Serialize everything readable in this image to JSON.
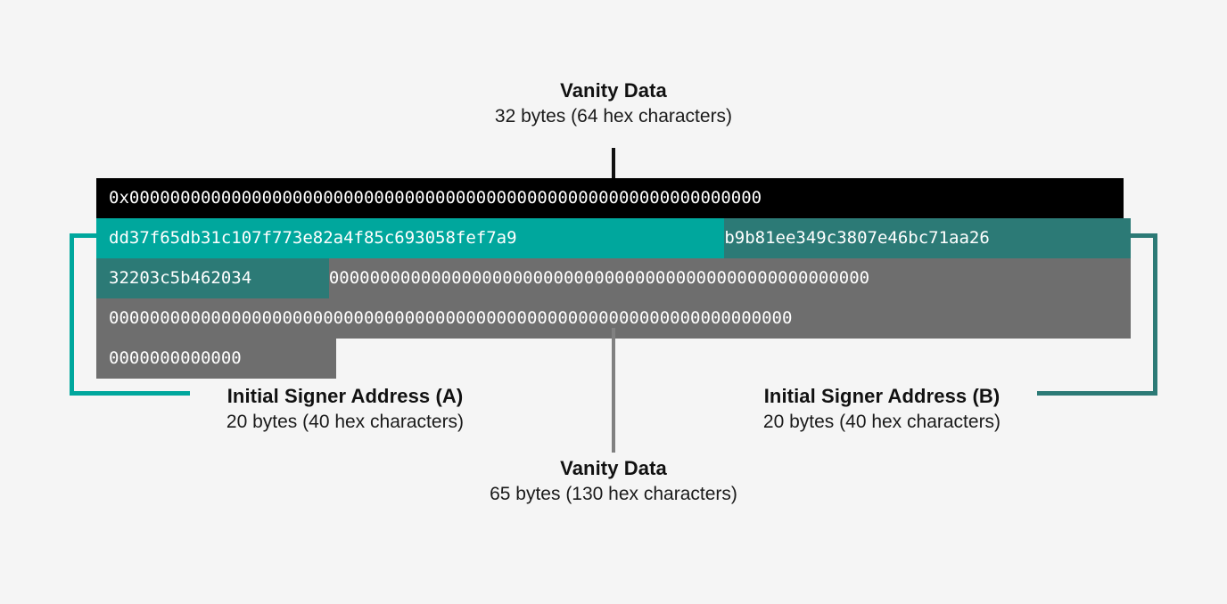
{
  "diagram": {
    "title_top": {
      "name": "Vanity Data",
      "detail": "32 bytes (64 hex characters)"
    },
    "title_bottom": {
      "name": "Vanity Data",
      "detail": "65 bytes (130 hex characters)"
    },
    "signer_a": {
      "name": "Initial Signer Address (A)",
      "detail": "20 bytes (40 hex characters)"
    },
    "signer_b": {
      "name": "Initial Signer Address (B)",
      "detail": "20 bytes (40 hex characters)"
    },
    "colors": {
      "background": "#f5f5f5",
      "vanity_top": "#000000",
      "signer_a": "#00a79d",
      "signer_b": "#2c7a76",
      "vanity_bottom": "#6e6e6e",
      "text": "#111111"
    },
    "hex_rows": [
      {
        "row": 1,
        "segments": [
          {
            "style": "bg-black",
            "label": "vanity-data-top",
            "text": "0x00000000000000000000000000000000000000000000000000000000000000"
          }
        ]
      },
      {
        "row": 2,
        "segments": [
          {
            "style": "bg-teal",
            "label": "initial-signer-address-a",
            "text": "dd37f65db31c107f773e82a4f85c693058fef7a9"
          },
          {
            "style": "bg-dteal",
            "label": "initial-signer-address-b",
            "text": "b9b81ee349c3807e46bc71aa26"
          }
        ]
      },
      {
        "row": 3,
        "segments": [
          {
            "style": "bg-dteal",
            "label": "initial-signer-address-b",
            "text": "32203c5b462034"
          },
          {
            "style": "bg-gray",
            "label": "vanity-data-bottom",
            "text": "00000000000000000000000000000000000000000000000000000"
          }
        ]
      },
      {
        "row": 4,
        "segments": [
          {
            "style": "bg-gray",
            "label": "vanity-data-bottom",
            "text": "0000000000000000000000000000000000000000000000000000000000000000000"
          }
        ]
      },
      {
        "row": 5,
        "segments": [
          {
            "style": "bg-gray",
            "label": "vanity-data-bottom",
            "text": "0000000000000"
          }
        ]
      }
    ]
  }
}
